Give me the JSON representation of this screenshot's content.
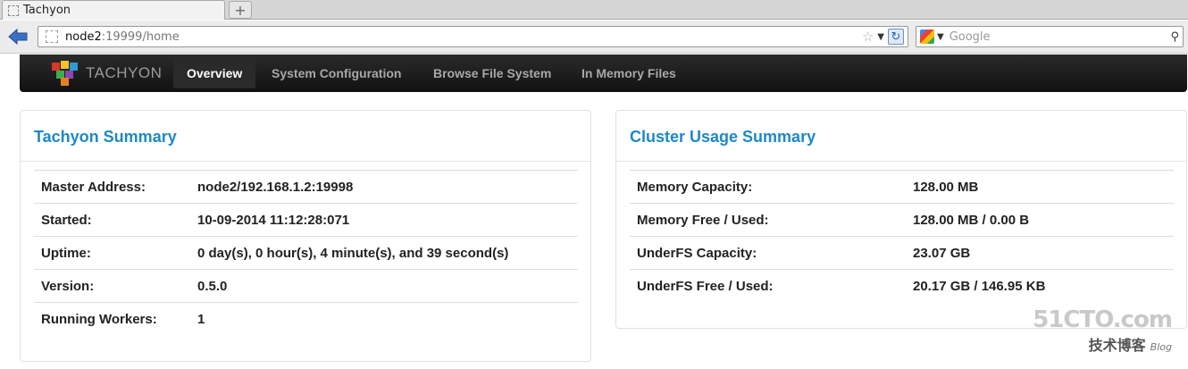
{
  "browser": {
    "tab_title": "Tachyon",
    "new_tab_icon": "plus-icon",
    "url_host": "node2",
    "url_rest": ":19999/home",
    "search_placeholder": "Google"
  },
  "app": {
    "logo_text": "TACHYON",
    "nav": [
      {
        "label": "Overview",
        "active": true
      },
      {
        "label": "System Configuration",
        "active": false
      },
      {
        "label": "Browse File System",
        "active": false
      },
      {
        "label": "In Memory Files",
        "active": false
      }
    ]
  },
  "tachyon_summary": {
    "title": "Tachyon Summary",
    "rows": [
      {
        "key": "Master Address:",
        "value": "node2/192.168.1.2:19998"
      },
      {
        "key": "Started:",
        "value": "10-09-2014 11:12:28:071"
      },
      {
        "key": "Uptime:",
        "value": "0 day(s), 0 hour(s), 4 minute(s), and 39 second(s)"
      },
      {
        "key": "Version:",
        "value": "0.5.0"
      },
      {
        "key": "Running Workers:",
        "value": "1"
      }
    ]
  },
  "cluster_summary": {
    "title": "Cluster Usage Summary",
    "rows": [
      {
        "key": "Memory Capacity:",
        "value": "128.00 MB"
      },
      {
        "key": "Memory Free / Used:",
        "value": "128.00 MB / 0.00 B"
      },
      {
        "key": "UnderFS Capacity:",
        "value": "23.07 GB"
      },
      {
        "key": "UnderFS Free / Used:",
        "value": "20.17 GB / 146.95 KB"
      }
    ]
  },
  "watermark": {
    "site": "51CTO.com",
    "sub": "技术博客",
    "blog": "Blog"
  },
  "colors": {
    "accent": "#1e88c7",
    "navbar": "#1a1a1a"
  }
}
